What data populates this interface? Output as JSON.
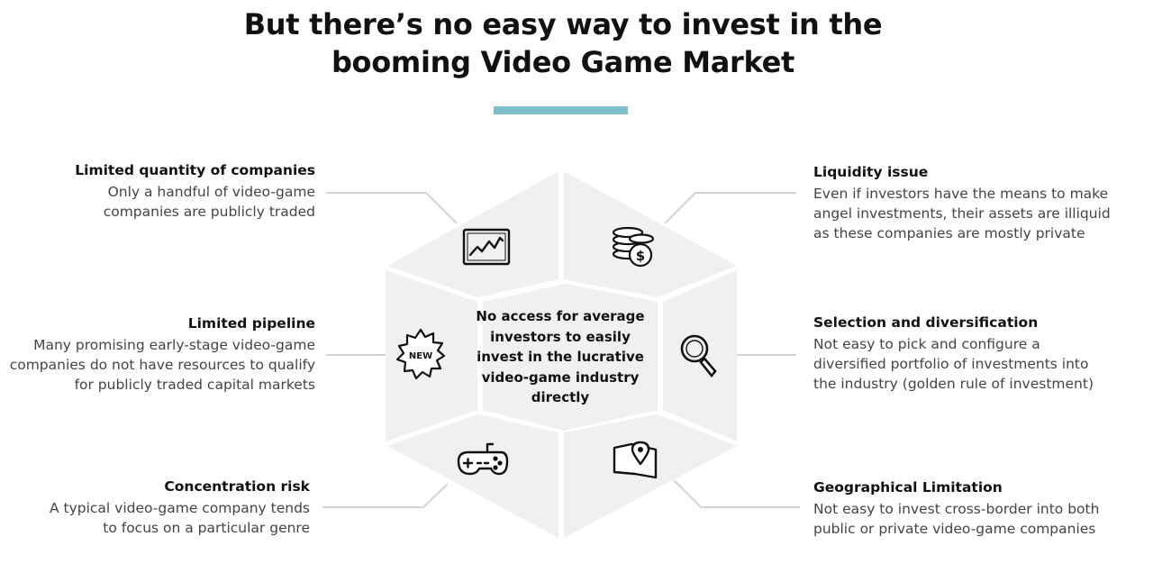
{
  "title": {
    "line1": "But there’s no easy way to invest in the",
    "line2": "booming Video Game Market"
  },
  "colors": {
    "accent": "#7fbfca",
    "hexagon_fill": "#f0f0f0",
    "connector": "#d3d3d3",
    "text_dark": "#111111",
    "text_body": "#444444"
  },
  "center": {
    "text": "No access for average investors to easily invest in the lucrative video-game industry directly"
  },
  "items": [
    {
      "heading": "Limited quantity of companies",
      "body": "Only a handful of video-game companies are publicly traded",
      "icon": "stock-chart-icon"
    },
    {
      "heading": "Liquidity issue",
      "body": "Even if investors have the means to make angel investments, their assets are illiquid as these companies are mostly private",
      "icon": "coins-dollar-icon"
    },
    {
      "heading": "Limited pipeline",
      "body": "Many promising early-stage video-game companies do not have resources to qualify for publicly traded capital markets",
      "icon": "new-badge-icon",
      "icon_text": "NEW"
    },
    {
      "heading": "Selection and diversification",
      "body": "Not easy to pick and configure a diversified portfolio of investments into the industry (golden rule of investment)",
      "icon": "magnifier-icon"
    },
    {
      "heading": "Concentration risk",
      "body": "A typical video-game company tends to focus on a particular genre",
      "icon": "gamepad-icon"
    },
    {
      "heading": "Geographical Limitation",
      "body": "Not easy to invest cross-border into both public or private video-game companies",
      "icon": "map-pin-icon"
    }
  ]
}
